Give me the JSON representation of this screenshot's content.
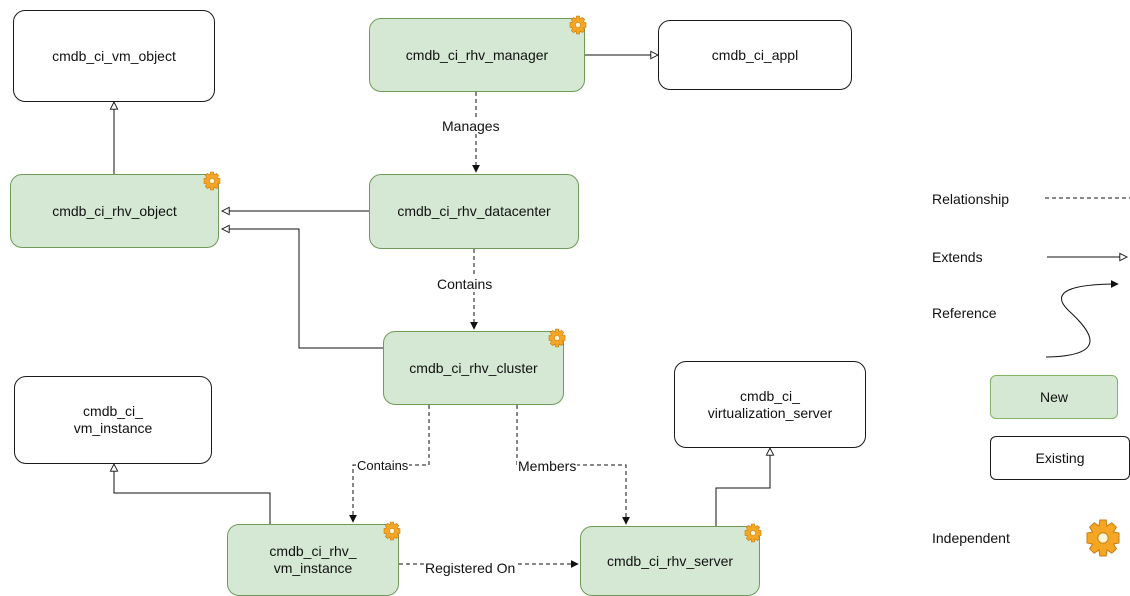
{
  "nodes": {
    "vm_object": {
      "label": "cmdb_ci_vm_object",
      "kind": "existing"
    },
    "rhv_manager": {
      "label": "cmdb_ci_rhv_manager",
      "kind": "new",
      "independent": true
    },
    "appl": {
      "label": "cmdb_ci_appl",
      "kind": "existing"
    },
    "rhv_object": {
      "label": "cmdb_ci_rhv_object",
      "kind": "new",
      "independent": true
    },
    "rhv_datacenter": {
      "label": "cmdb_ci_rhv_datacenter",
      "kind": "new"
    },
    "rhv_cluster": {
      "label": "cmdb_ci_rhv_cluster",
      "kind": "new",
      "independent": true
    },
    "vm_instance": {
      "label": "cmdb_ci_\nvm_instance",
      "kind": "existing"
    },
    "virtualization_server": {
      "label": "cmdb_ci_\nvirtualization_server",
      "kind": "existing"
    },
    "rhv_vm_instance": {
      "label": "cmdb_ci_rhv_\nvm_instance",
      "kind": "new",
      "independent": true
    },
    "rhv_server": {
      "label": "cmdb_ci_rhv_server",
      "kind": "new",
      "independent": true
    }
  },
  "edges": {
    "manages": "Manages",
    "contains_cluster": "Contains",
    "contains_vm": "Contains",
    "members": "Members",
    "registered_on": "Registered On"
  },
  "legend": {
    "relationship": "Relationship",
    "extends": "Extends",
    "reference": "Reference",
    "new": "New",
    "existing": "Existing",
    "independent": "Independent"
  },
  "colors": {
    "new_fill": "#d5e8d4",
    "new_border": "#6f9a5a",
    "existing_fill": "#ffffff",
    "gear": "#f5a623"
  },
  "icons": {
    "independent": "gear-icon"
  }
}
